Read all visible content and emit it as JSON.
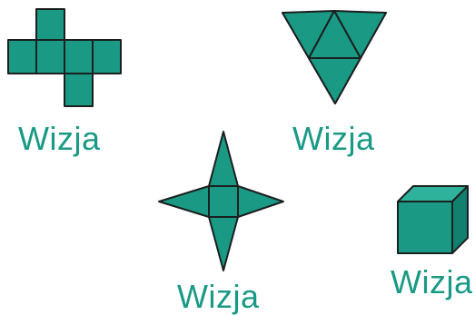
{
  "diagram": {
    "labels": {
      "net_cross": "Wizja",
      "net_triangle": "Wizja",
      "net_star": "Wizja",
      "cube": "Wizja"
    },
    "colors": {
      "fill": "#1a9a85",
      "fill_light": "#2fb29c",
      "fill_dark": "#11806e",
      "outline": "#1b1f1e",
      "text": "#1a9a85"
    }
  }
}
